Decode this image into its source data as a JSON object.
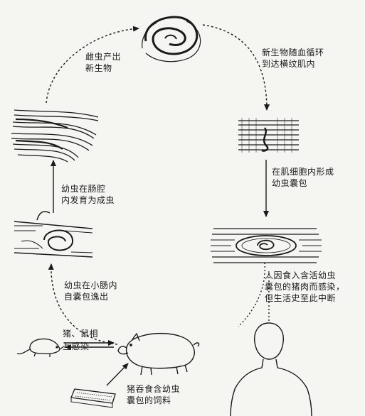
{
  "steps": {
    "newborn_larvae": {
      "line1": "新生物随血循环",
      "line2": "到达横纹肌内"
    },
    "encyst": {
      "line1": "在肌细胞内形成",
      "line2": "幼虫囊包"
    },
    "human_infection": {
      "line1": "人因食入含活幼虫",
      "line2": "囊包的猪肉而感染，",
      "line3": "但生活史至此中断"
    },
    "pig_feed": {
      "line1": "猪吞食含幼虫",
      "line2": "囊包的饲料"
    },
    "pig_rat": {
      "line1": "猪、鼠相",
      "line2": "互感染"
    },
    "excyst": {
      "line1": "幼虫在小肠内",
      "line2": "自囊包逸出"
    },
    "adult_develop": {
      "line1": "幼虫在肠腔",
      "line2": "内发育为成虫"
    },
    "female_produce": {
      "line1": "雌虫产出",
      "line2": "新生物"
    }
  }
}
